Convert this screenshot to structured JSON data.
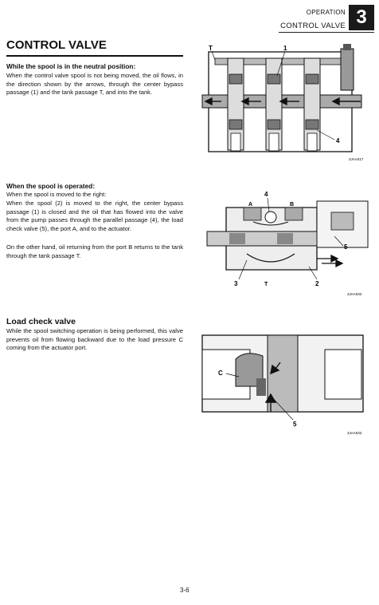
{
  "header": {
    "section": "OPERATION",
    "chapter_title": "CONTROL VALVE",
    "chapter_number": "3"
  },
  "main": {
    "title": "CONTROL VALVE",
    "neutral": {
      "heading": "While the spool is in the neutral position:",
      "body": "When the control valve spool is not being moved, the oil flows, in the direction shown by the arrows, through the center bypass passage (1) and the tank passage T, and into the tank."
    },
    "operated": {
      "heading": "When the spool is operated:",
      "line1": "When the spool is moved to the right:",
      "body1": "When the spool (2) is moved to the right, the center bypass passage (1) is closed and the oil that has flowed into the valve from the pump passes through the parallel passage (4), the load check valve (5), the port A, and to the actuator.",
      "body2": "On the other hand, oil returning from the port B returns to the tank through the tank passage T."
    },
    "load_check": {
      "heading": "Load check valve",
      "body": "While the spool switching operation is being performed, this valve prevents oil from flowing backward due to the load pressure C coming from the actuator port."
    }
  },
  "figures": {
    "fig1": {
      "label_t": "T",
      "label_1": "1",
      "label_4": "4",
      "code": "3JAA017"
    },
    "fig2": {
      "label_4": "4",
      "label_a": "A",
      "label_b": "B",
      "label_5": "5",
      "label_3": "3",
      "label_t": "T",
      "label_2": "2",
      "code": "3JAA032"
    },
    "fig3": {
      "label_c": "C",
      "label_5": "5",
      "code": "3JAA032"
    }
  },
  "footer": {
    "page": "3-6"
  }
}
